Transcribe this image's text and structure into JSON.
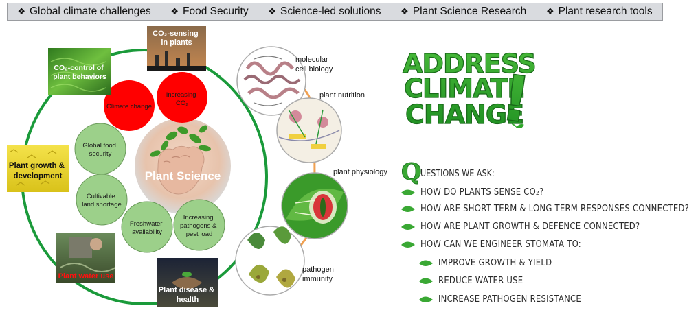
{
  "nav": {
    "items": [
      {
        "label": "Global climate challenges"
      },
      {
        "label": "Food Security"
      },
      {
        "label": "Science-led solutions"
      },
      {
        "label": "Plant Science Research"
      },
      {
        "label": "Plant research tools"
      }
    ]
  },
  "hub": {
    "center_label": "Plant Science",
    "challenges": [
      {
        "label_lines": [
          "Climate change"
        ],
        "color": "#ff0000"
      },
      {
        "label_lines": [
          "Increasing",
          "CO₂"
        ],
        "color": "#ff0000"
      },
      {
        "label_lines": [
          "Global food",
          "security"
        ],
        "color": "#9cd08a"
      },
      {
        "label_lines": [
          "Cultivable",
          "land shortage"
        ],
        "color": "#9cd08a"
      },
      {
        "label_lines": [
          "Freshwater",
          "availability"
        ],
        "color": "#9cd08a"
      },
      {
        "label_lines": [
          "Increasing",
          "pathogens &",
          "pest load"
        ],
        "color": "#9cd08a"
      }
    ],
    "topics": [
      {
        "label_lines": [
          "CO₂-sensing",
          "in plants"
        ]
      },
      {
        "label_lines": [
          "CO₂-control of",
          "plant behaviors"
        ]
      },
      {
        "label_lines": [
          "Plant growth &",
          "development"
        ]
      },
      {
        "label_lines": [
          "Plant water use"
        ]
      },
      {
        "label_lines": [
          "Plant disease &",
          "health"
        ]
      }
    ]
  },
  "research_path": {
    "stages": [
      {
        "label_lines": [
          "molecular",
          "cell biology"
        ]
      },
      {
        "label_lines": [
          "plant nutrition"
        ]
      },
      {
        "label_lines": [
          "plant physiology"
        ]
      },
      {
        "label_lines": [
          "pathogen",
          "immunity"
        ]
      }
    ]
  },
  "banner": {
    "lines": [
      "ADDRESS",
      "CLIMATE",
      "CHANGE"
    ],
    "exclaim": "!"
  },
  "questions": {
    "heading_initial": "Q",
    "heading_rest": "UESTIONS WE ASK:",
    "items": [
      {
        "text": "HOW DO PLANTS SENSE CO₂?"
      },
      {
        "text": "HOW ARE SHORT TERM & LONG TERM RESPONSES CONNECTED?"
      },
      {
        "text": "HOW ARE PLANT GROWTH & DEFENCE CONNECTED?"
      },
      {
        "text": "HOW CAN WE ENGINEER STOMATA TO:"
      }
    ],
    "subitems": [
      {
        "text": "IMPROVE GROWTH & YIELD"
      },
      {
        "text": "REDUCE WATER USE"
      },
      {
        "text": "INCREASE PATHOGEN RESISTANCE"
      }
    ]
  },
  "colors": {
    "ring": "#1a9a3a",
    "challenge_red": "#ff0000",
    "challenge_green": "#9cd08a",
    "path": "#f0a050",
    "banner_green": "#2fa82a",
    "leaf_green": "#3aa834"
  }
}
